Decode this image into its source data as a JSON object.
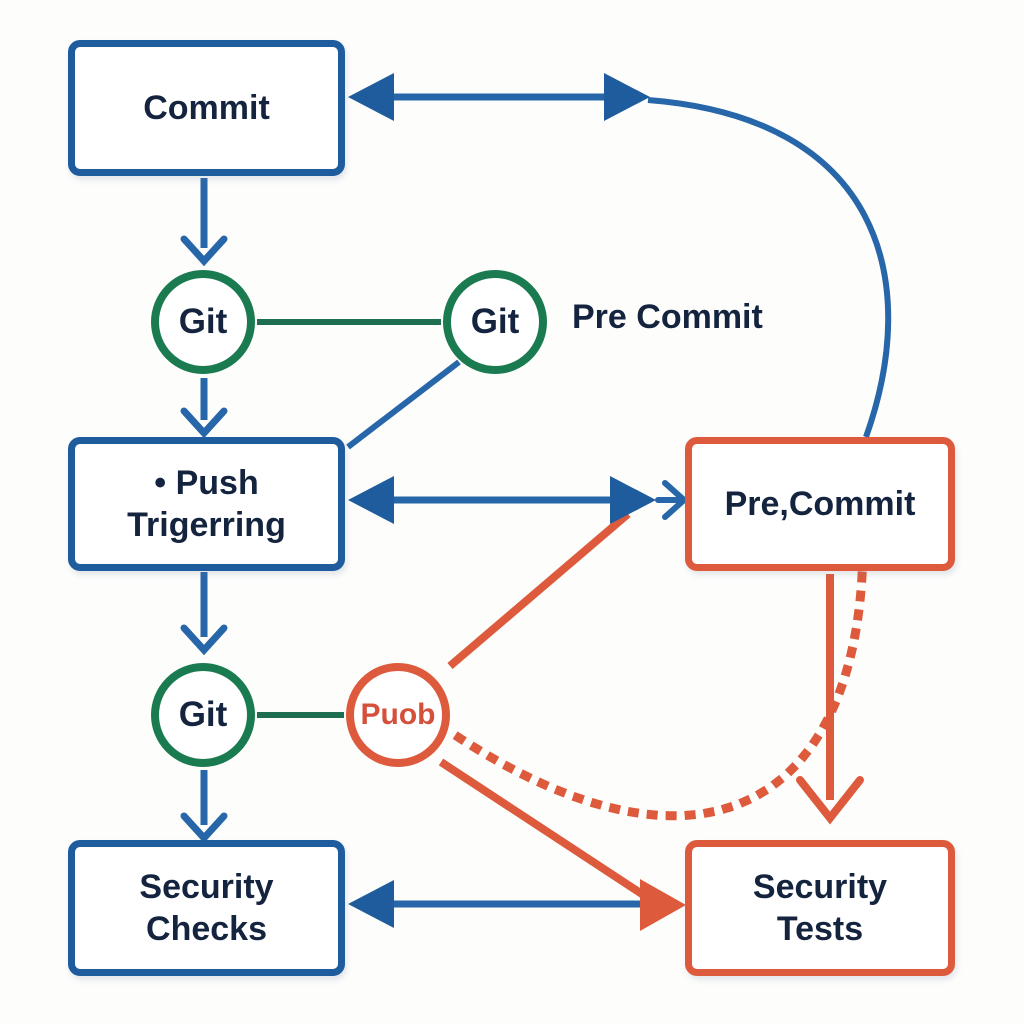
{
  "diagram_type": "flowchart",
  "colors": {
    "blue_border": "#1e5c9e",
    "blue_line": "#2766a8",
    "green_border": "#1a7a50",
    "green_line": "#1e6e52",
    "orange": "#dd5b3c",
    "text_navy": "#14243f",
    "text_orange": "#d5503a",
    "background": "#fdfdfc"
  },
  "nodes": {
    "commit": {
      "label": "Commit"
    },
    "git_top_left": {
      "label": "Git"
    },
    "git_top_right": {
      "label": "Git"
    },
    "pre_commit_note": {
      "text": "Pre Commit"
    },
    "push_triggering": {
      "line1": "• Push",
      "line2": "Trigerring"
    },
    "pre_commit_box": {
      "label": "Pre,Commit"
    },
    "git_bottom": {
      "label": "Git"
    },
    "puob": {
      "label": "Puob"
    },
    "security_checks": {
      "line1": "Security",
      "line2": "Checks"
    },
    "security_tests": {
      "line1": "Security",
      "line2": "Tests"
    }
  },
  "edges": [
    {
      "from": "commit",
      "to": "git_top_left",
      "style": "solid",
      "color": "blue",
      "arrow": "chevron-down"
    },
    {
      "from": "git_top_left",
      "to": "git_top_right",
      "style": "solid",
      "color": "green",
      "arrow": "none"
    },
    {
      "from": "git_top_right",
      "to": "push_triggering",
      "style": "solid",
      "color": "blue",
      "arrow": "none"
    },
    {
      "from": "git_top_left",
      "to": "push_triggering",
      "style": "solid",
      "color": "blue",
      "arrow": "chevron-down"
    },
    {
      "from": "push_triggering",
      "to": "pre_commit_box",
      "style": "solid",
      "color": "blue",
      "arrow": "double-triangle-plus-chevron"
    },
    {
      "from": "pre_commit_box",
      "to": "commit",
      "style": "solid-curve",
      "color": "blue",
      "arrow": "triangle-both-ends"
    },
    {
      "from": "push_triggering",
      "to": "git_bottom",
      "style": "solid",
      "color": "blue",
      "arrow": "chevron-down"
    },
    {
      "from": "git_bottom",
      "to": "puob",
      "style": "solid",
      "color": "green",
      "arrow": "none"
    },
    {
      "from": "puob",
      "to": "pre_commit_box",
      "style": "solid",
      "color": "orange",
      "arrow": "none"
    },
    {
      "from": "pre_commit_box",
      "to": "security_tests",
      "style": "solid",
      "color": "orange",
      "arrow": "chevron-down"
    },
    {
      "from": "pre_commit_box",
      "to": "puob",
      "style": "dotted-curve",
      "color": "orange",
      "arrow": "none"
    },
    {
      "from": "puob",
      "to": "security_tests",
      "style": "solid",
      "color": "orange",
      "arrow": "triangle-right"
    },
    {
      "from": "git_bottom",
      "to": "security_checks",
      "style": "solid",
      "color": "blue",
      "arrow": "chevron-down"
    },
    {
      "from": "security_tests",
      "to": "security_checks",
      "style": "solid",
      "color": "blue",
      "arrow": "triangle-left"
    }
  ]
}
